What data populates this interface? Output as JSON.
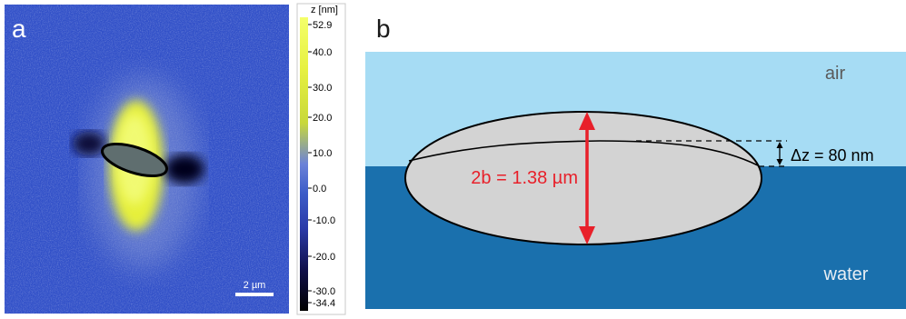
{
  "panel_a": {
    "label": "a",
    "scale_bar_label": "2 µm",
    "colorbar": {
      "title": "z [nm]",
      "ticks": [
        "52.9",
        "40.0",
        "30.0",
        "20.0",
        "10.0",
        "0.0",
        "-10.0",
        "-20.0",
        "-30.0",
        "-34.4"
      ],
      "colors": {
        "max": "#f4ff6a",
        "high": "#d8e83a",
        "mid_high": "#bcd33c",
        "zero": "#3c5cc8",
        "mid_low": "#2a3aa8",
        "low": "#0a0a40",
        "min": "#000000"
      }
    },
    "colors": {
      "background": "#3150c8",
      "yellow_lobe": "#e6f03a",
      "dark_lobe": "#05051e",
      "particle_fill": "#5f6e6f",
      "particle_outline": "#000000"
    }
  },
  "panel_b": {
    "label": "b",
    "air_label": "air",
    "water_label": "water",
    "height_label": "2b = 1.38 µm",
    "delta_label": "Δz = 80 nm",
    "colors": {
      "air": "#a6dcf4",
      "water": "#1a70ad",
      "particle": "#d3d3d3",
      "height_arrow": "#e8202a",
      "height_text": "#e8202a",
      "outline": "#000000",
      "medium_text": "#5a5a5a"
    }
  }
}
